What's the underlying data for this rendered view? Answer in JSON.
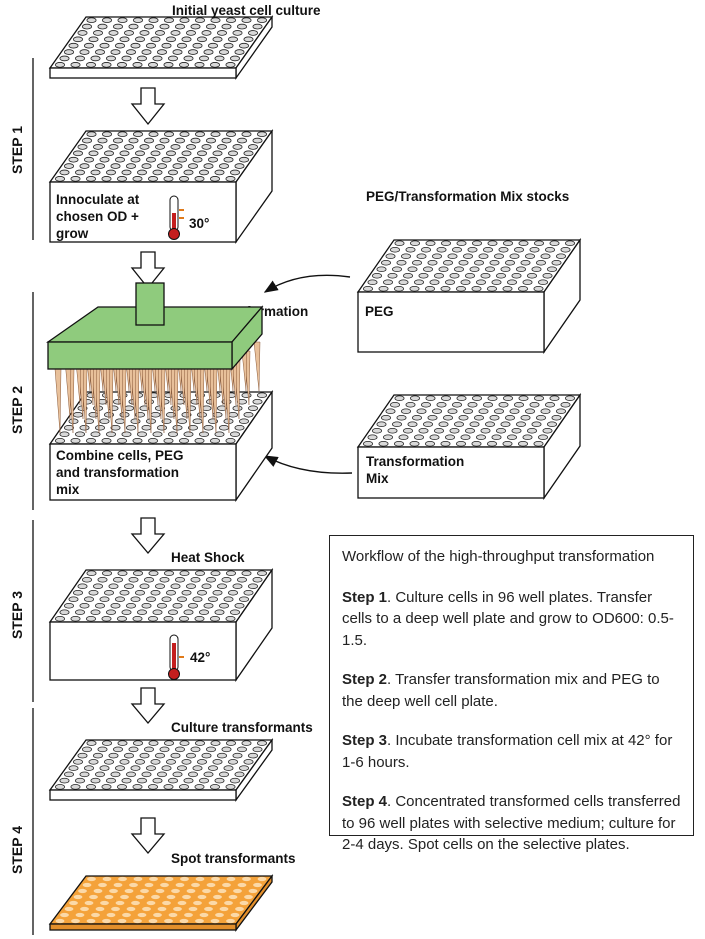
{
  "steps": {
    "step1": "STEP 1",
    "step2": "STEP 2",
    "step3": "STEP 3",
    "step4": "STEP 4"
  },
  "labels": {
    "initial_culture": "Initial yeast cell culture",
    "innoculate_line1": "Innoculate at",
    "innoculate_line2": "chosen OD +",
    "innoculate_line3": "grow",
    "temp_30": "30°",
    "peg_stocks": "PEG/Transformation Mix stocks",
    "yeast_transformation": "Yeast Transformation",
    "peg": "PEG",
    "combine_line1": "Combine cells, PEG",
    "combine_line2": "and transformation",
    "combine_line3": "mix",
    "transformation_line1": "Transformation",
    "transformation_line2": "Mix",
    "heat_shock": "Heat Shock",
    "temp_42": "42°",
    "culture_transformants": "Culture transformants",
    "spot_transformants": "Spot transformants"
  },
  "description": {
    "title": "Workflow of the high-throughput transformation",
    "items": [
      {
        "step": "Step 1",
        "text": ". Culture cells in 96 well plates. Transfer cells to a deep well plate and grow to OD600: 0.5-1.5."
      },
      {
        "step": "Step 2",
        "text": ". Transfer transformation mix and PEG to the deep well cell plate."
      },
      {
        "step": "Step 3",
        "text": ". Incubate transformation cell mix at 42° for 1-6 hours."
      },
      {
        "step": "Step 4",
        "text": ". Concentrated transformed cells transferred to 96 well plates with selective medium; culture for 2-4 days. Spot cells on the selective plates."
      }
    ]
  },
  "colors": {
    "pipettor_green": "#8fcb7d",
    "tip_color": "#e8c09a",
    "thermometer_red": "#c41e1e",
    "spot_plate_orange": "#f4a23a"
  }
}
